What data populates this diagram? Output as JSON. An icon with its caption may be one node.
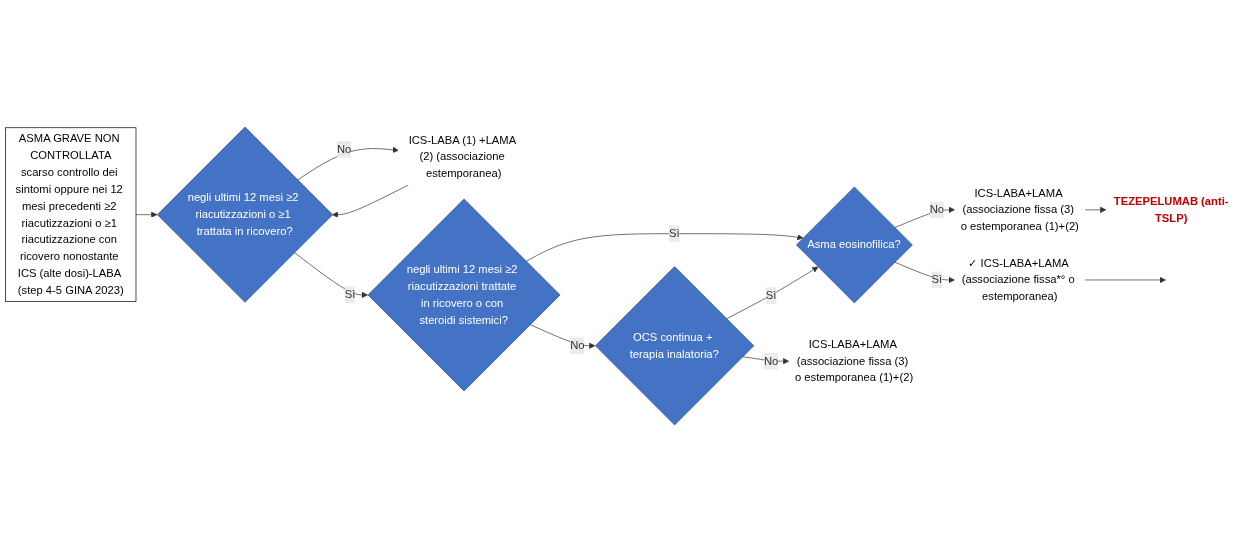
{
  "diagram": {
    "nodes": [
      {
        "text": [
          "ASMA GRAVE NON CONTROLLATA",
          "scarso controllo dei sintomi oppure nei 12 mesi precedenti ≥2 riacutizzazioni o ≥1 riacutizzazione con ricovero nonostante ICS (alte dosi)-LABA (step 4-5 GINA 2023)"
        ]
      },
      {
        "text": [
          "negli ultimi 12 mesi ≥2 riacutizzazioni o ≥1 trattata in ricovero?"
        ]
      },
      {
        "text": [
          "ICS-LABA (1) +LAMA (2) (associazione estemporanea)"
        ]
      },
      {
        "text": [
          "negli ultimi 12 mesi ≥2 riacutizzazioni trattate in ricovero o con steroidi sistemici?"
        ]
      },
      {
        "text": [
          "Asma eosinofilica?"
        ]
      },
      {
        "text": [
          "OCS continua + terapia inalatoria?"
        ]
      },
      {
        "text": [
          "ICS-LABA+LAMA (associazione fissa (3) o estemporanea (1)+(2)"
        ]
      },
      {
        "text": [
          "TEZEPELUMAB (anti-TSLP)"
        ]
      },
      {
        "text": [
          "✓ ICS-LABA+LAMA (associazione fissa*° o estemporanea)"
        ]
      },
      {
        "text": [
          "ICS-LABA+LAMA (associazione fissa (3) o estemporanea (1)+(2)"
        ]
      }
    ],
    "edges": [
      {
        "from": 0,
        "to": 1,
        "arrow": "to"
      },
      {
        "from": 1,
        "to": 2,
        "arrow": "to",
        "label": "No"
      },
      {
        "from": 2,
        "to": 1,
        "arrow": "to"
      },
      {
        "from": 1,
        "to": 3,
        "arrow": "to",
        "label": "Sì"
      },
      {
        "from": 3,
        "to": 4,
        "arrow": "to",
        "label": "Sì"
      },
      {
        "from": 3,
        "to": 5,
        "arrow": "to",
        "label": "No"
      },
      {
        "from": 5,
        "to": 4,
        "arrow": "to",
        "label": "Sì"
      },
      {
        "from": 4,
        "to": 6,
        "arrow": "to",
        "label": "No"
      },
      {
        "from": 4,
        "to": 8,
        "arrow": "to",
        "label": "Sì"
      },
      {
        "from": 6,
        "to": 7,
        "arrow": "to"
      },
      {
        "from": 8,
        "to": null,
        "arrow": "to"
      },
      {
        "from": 5,
        "to": 9,
        "arrow": "to",
        "label": "No"
      }
    ]
  }
}
